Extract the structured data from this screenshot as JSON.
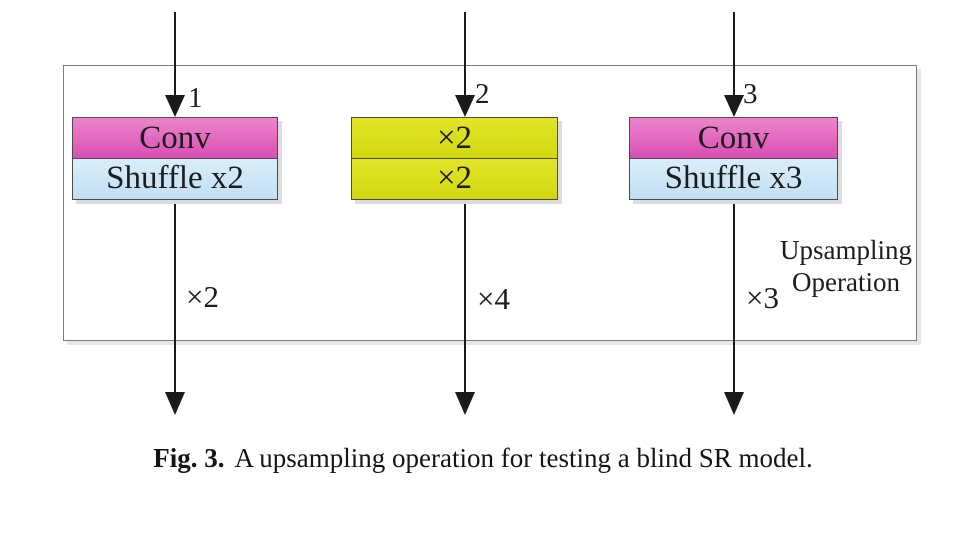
{
  "figure": {
    "branches": [
      {
        "input_label": "1",
        "cells": [
          {
            "text": "Conv",
            "style": "pink"
          },
          {
            "text": "Shuffle x2",
            "style": "blue"
          }
        ],
        "output_label": "×2"
      },
      {
        "input_label": "2",
        "cells": [
          {
            "text": "×2",
            "style": "yellow"
          },
          {
            "text": "×2",
            "style": "yellow"
          }
        ],
        "output_label": "×4"
      },
      {
        "input_label": "3",
        "cells": [
          {
            "text": "Conv",
            "style": "pink"
          },
          {
            "text": "Shuffle x3",
            "style": "blue"
          }
        ],
        "output_label": "×3"
      }
    ],
    "region_label": {
      "line1": "Upsampling",
      "line2": "Operation"
    },
    "caption": {
      "label": "Fig. 3.",
      "text": "A upsampling operation for testing a blind SR model."
    },
    "colors": {
      "pink_top": "#ec85cb",
      "pink_bottom": "#d94fb4",
      "blue_top": "#d9eefb",
      "blue_bottom": "#c0dff4",
      "yellow_top": "#e2e428",
      "yellow_bottom": "#d2d80e",
      "cell_border": "#4c4c4c",
      "outer_border": "#7d7d7d",
      "arrow": "#1a1a1a",
      "text": "#1c1c1c"
    }
  }
}
